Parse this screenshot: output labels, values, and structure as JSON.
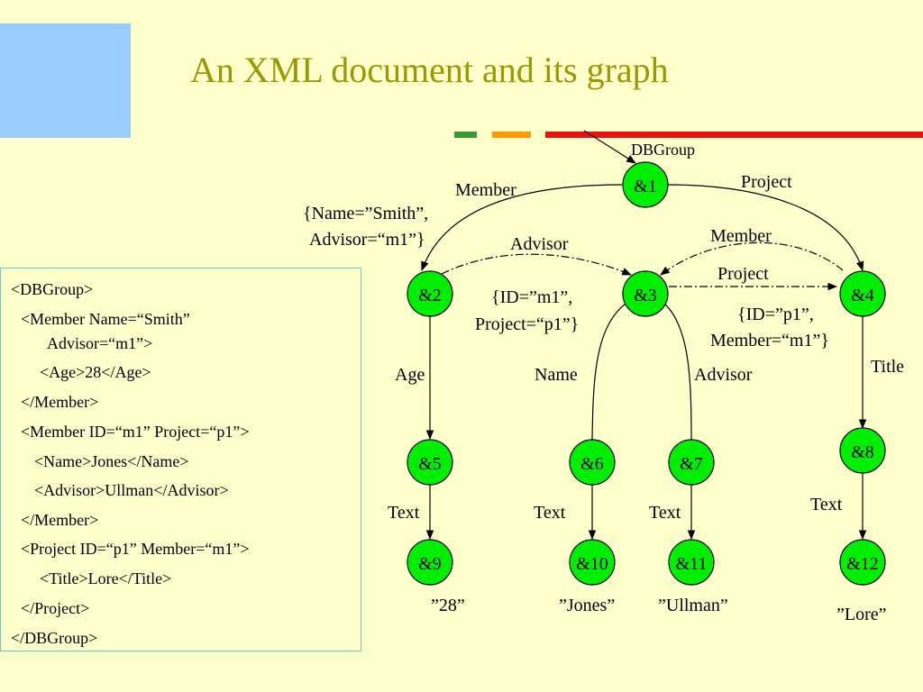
{
  "slide": {
    "title": "An XML document and its graph",
    "accent_colors": {
      "block": "#99ccff",
      "green": "#339933",
      "orange": "#ff9900",
      "red": "#ee1111",
      "title": "#999900",
      "node": "#00ee00"
    }
  },
  "xml_lines": [
    "<DBGroup>",
    "<Member Name=“Smith”",
    "Advisor=“m1”>",
    "<Age>28</Age>",
    "</Member>",
    "<Member ID=“m1” Project=“p1”>",
    "<Name>Jones</Name>",
    "<Advisor>Ullman</Advisor>",
    "</Member>",
    "<Project ID=“p1” Member=“m1”>",
    "<Title>Lore</Title>",
    "</Project>",
    "</DBGroup>"
  ],
  "graph": {
    "root_label": "DBGroup",
    "nodes": [
      "&1",
      "&2",
      "&3",
      "&4",
      "&5",
      "&6",
      "&7",
      "&8",
      "&9",
      "&10",
      "&11",
      "&12"
    ],
    "edge_labels": {
      "member_1": "Member",
      "project_1": "Project",
      "advisor_2_3": "Advisor",
      "member_4_3": "Member",
      "project_3_4": "Project",
      "age": "Age",
      "name": "Name",
      "advisor_3_7": "Advisor",
      "title": "Title",
      "text_5_9": "Text",
      "text_6_10": "Text",
      "text_7_11": "Text",
      "text_8_12": "Text"
    },
    "attributes": {
      "node2_line1": "{Name=”Smith”,",
      "node2_line2": "Advisor=“m1”}",
      "node3_line1": "{ID=”m1”,",
      "node3_line2": "Project=“p1”}",
      "node4_line1": "{ID=”p1”,",
      "node4_line2": "Member=“m1”}"
    },
    "values": {
      "v9": "”28”",
      "v10": "”Jones”",
      "v11": "”Ullman”",
      "v12": "”Lore”"
    }
  }
}
